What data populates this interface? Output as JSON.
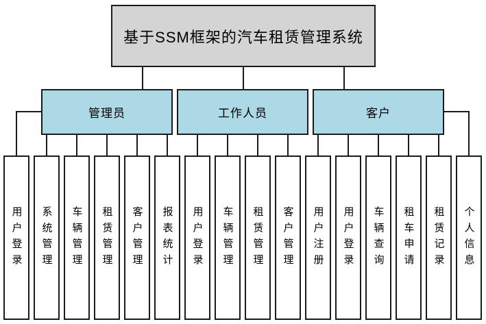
{
  "diagram": {
    "root": {
      "title": "基于SSM框架的汽车租赁管理系统"
    },
    "branches": [
      {
        "label": "管理员",
        "children": [
          "用户登录",
          "系统管理",
          "车辆管理",
          "租赁管理",
          "客户管理",
          "报表统计"
        ]
      },
      {
        "label": "工作人员",
        "children": [
          "用户登录",
          "车辆管理",
          "租赁管理",
          "客户管理"
        ]
      },
      {
        "label": "客户",
        "children": [
          "用户注册",
          "用户登录",
          "车辆查询",
          "租车申请",
          "租赁记录",
          "个人信息"
        ]
      }
    ],
    "colors": {
      "root_fill": "#d4d4d4",
      "branch_fill": "#add8e6",
      "leaf_fill": "#ffffff",
      "line": "#1a1a1a"
    }
  }
}
